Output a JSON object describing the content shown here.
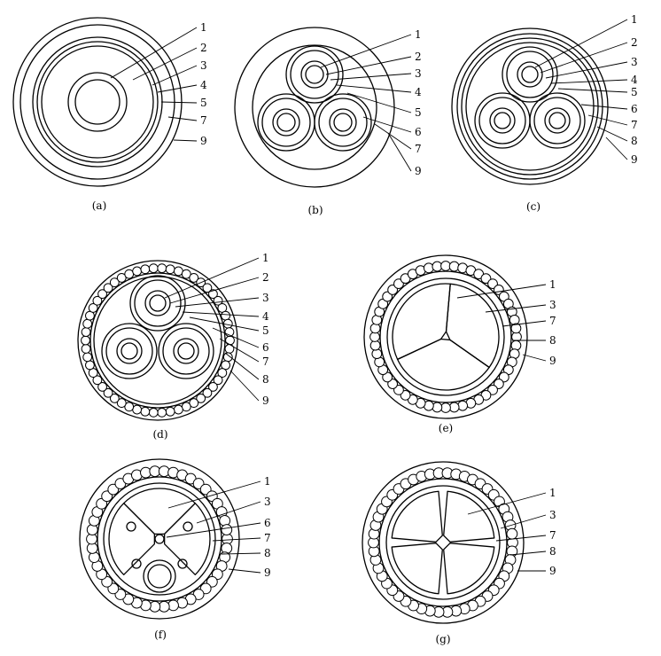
{
  "figures": [
    {
      "id": "a",
      "caption": "(a)",
      "labels": [
        "1",
        "2",
        "3",
        "4",
        "5",
        "7",
        "9"
      ]
    },
    {
      "id": "b",
      "caption": "(b)",
      "labels": [
        "1",
        "2",
        "3",
        "4",
        "5",
        "6",
        "7",
        "9"
      ]
    },
    {
      "id": "c",
      "caption": "(c)",
      "labels": [
        "1",
        "2",
        "3",
        "4",
        "5",
        "6",
        "7",
        "8",
        "9"
      ]
    },
    {
      "id": "d",
      "caption": "(d)",
      "labels": [
        "1",
        "2",
        "3",
        "4",
        "5",
        "6",
        "7",
        "8",
        "9"
      ]
    },
    {
      "id": "e",
      "caption": "(e)",
      "labels": [
        "1",
        "3",
        "7",
        "8",
        "9"
      ]
    },
    {
      "id": "f",
      "caption": "(f)",
      "labels": [
        "1",
        "3",
        "6",
        "7",
        "8",
        "9"
      ]
    },
    {
      "id": "g",
      "caption": "(g)",
      "labels": [
        "1",
        "3",
        "7",
        "8",
        "9"
      ]
    }
  ]
}
